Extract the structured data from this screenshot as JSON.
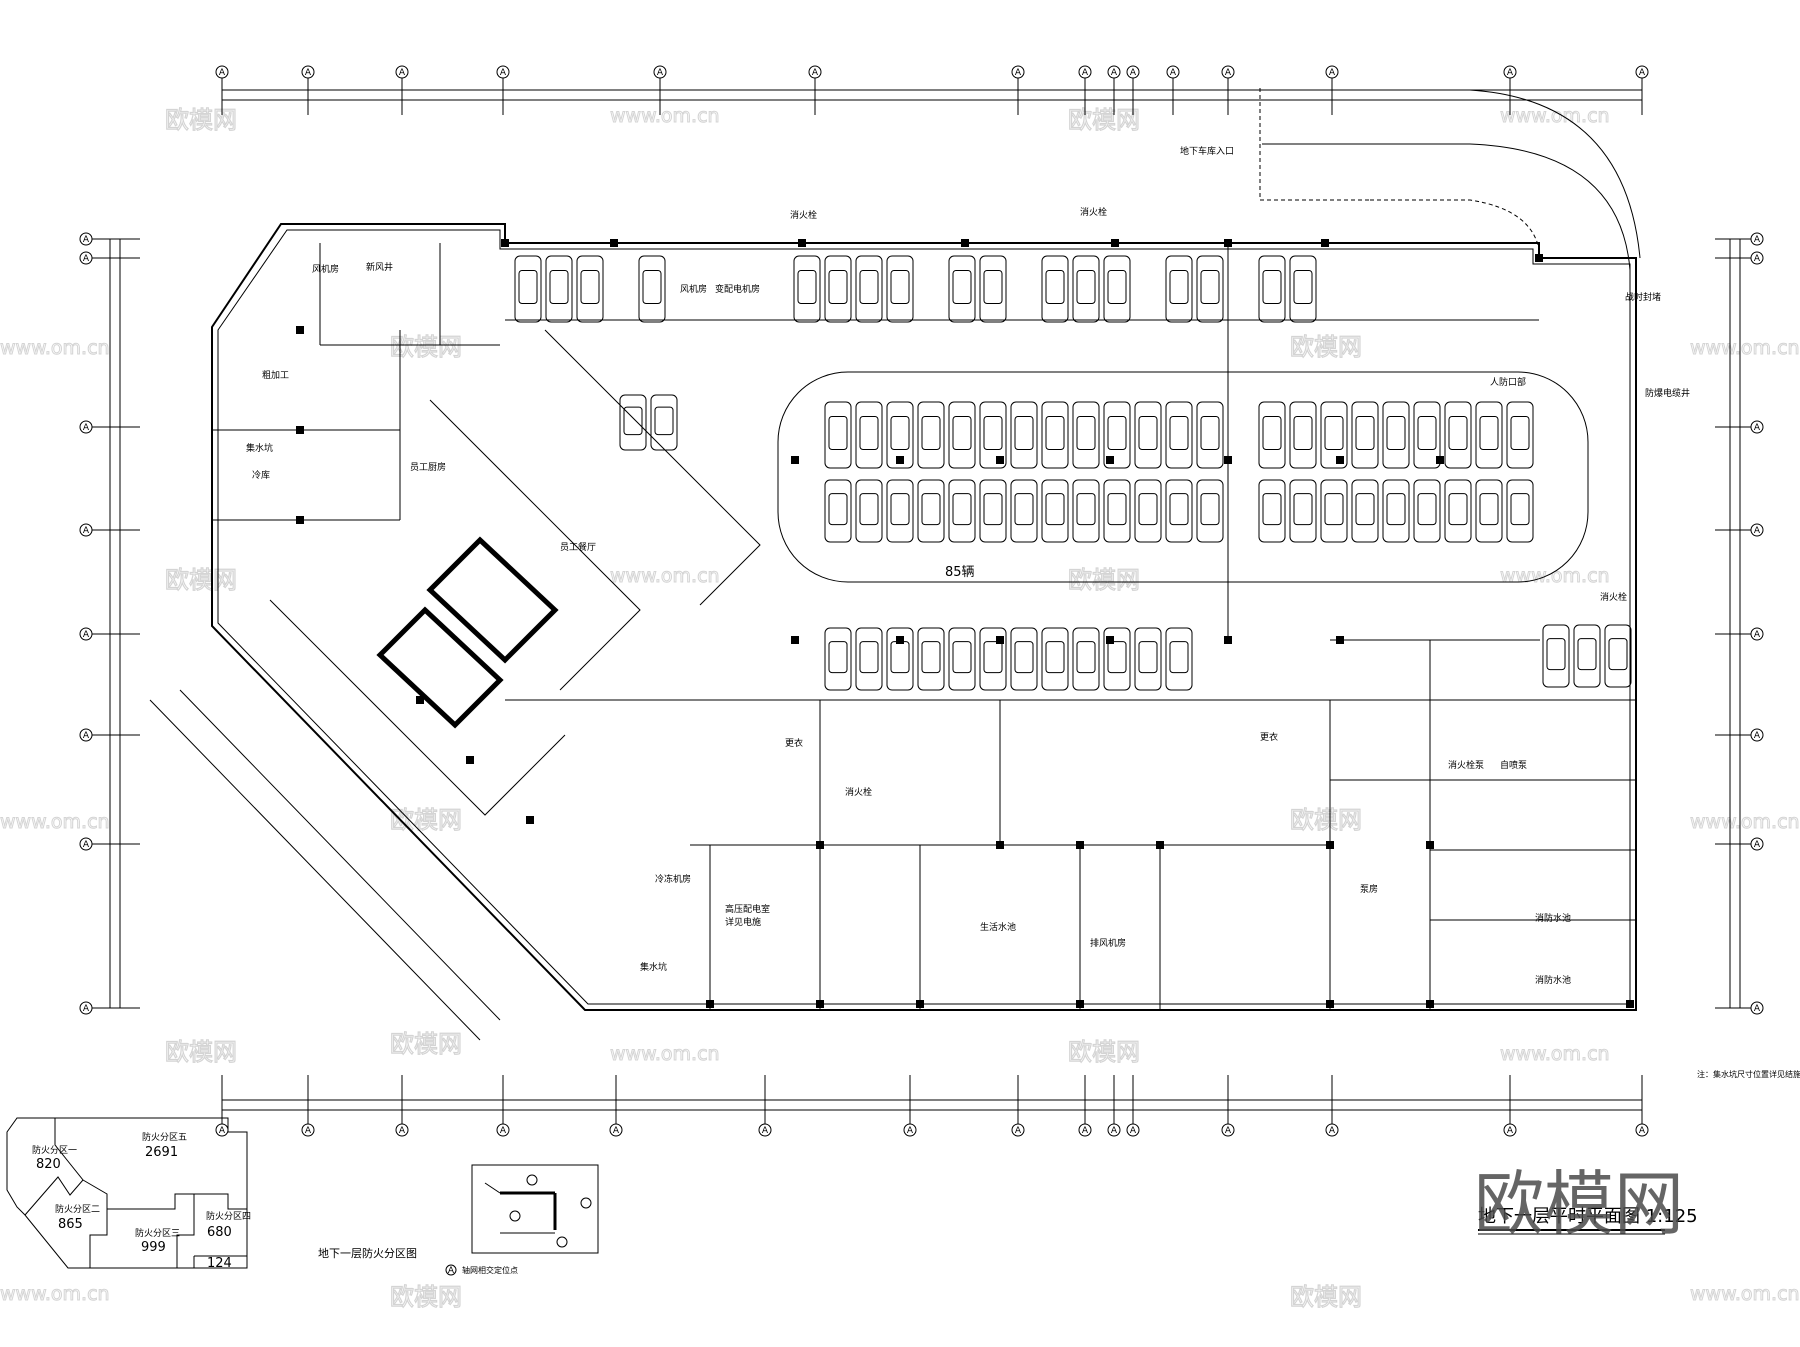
{
  "drawing": {
    "title": "地下一层平时平面图 1:125",
    "note": "注：集水坑尺寸位置详见结施。",
    "axis_label": "A",
    "parking_count_label": "85辆",
    "watermark_brand": "欧模网",
    "watermark_url": "www.om.cn",
    "accent_color": "#000000",
    "watermark_color": "#d4d4d4"
  },
  "rooms": [
    "地下车库入口",
    "员工餐厅",
    "员工厨房",
    "粗加工",
    "冷库",
    "集水坑",
    "风机房",
    "新风井",
    "消火栓",
    "高压配电室",
    "详见电施",
    "冷冻机房",
    "消防水池",
    "消防水池",
    "生活水池",
    "消火栓泵",
    "自喷泵",
    "泵房",
    "更衣",
    "人防口部",
    "防爆电缆井",
    "战时封堵",
    "消火栓",
    "消火栓",
    "风机房",
    "变配电机房",
    "排风机房",
    "集水坑",
    "更衣",
    "消火栓"
  ],
  "fire_zones": {
    "title": "地下一层防火分区图",
    "zones": [
      {
        "name": "防火分区一",
        "area": "820"
      },
      {
        "name": "防火分区二",
        "area": "865"
      },
      {
        "name": "防火分区三",
        "area": "999"
      },
      {
        "name": "防火分区四",
        "area": "680"
      },
      {
        "name": "防火分区五",
        "area": "2691"
      }
    ],
    "extra_area": "124"
  },
  "key_plan": {
    "legend": "轴网相交定位点"
  }
}
